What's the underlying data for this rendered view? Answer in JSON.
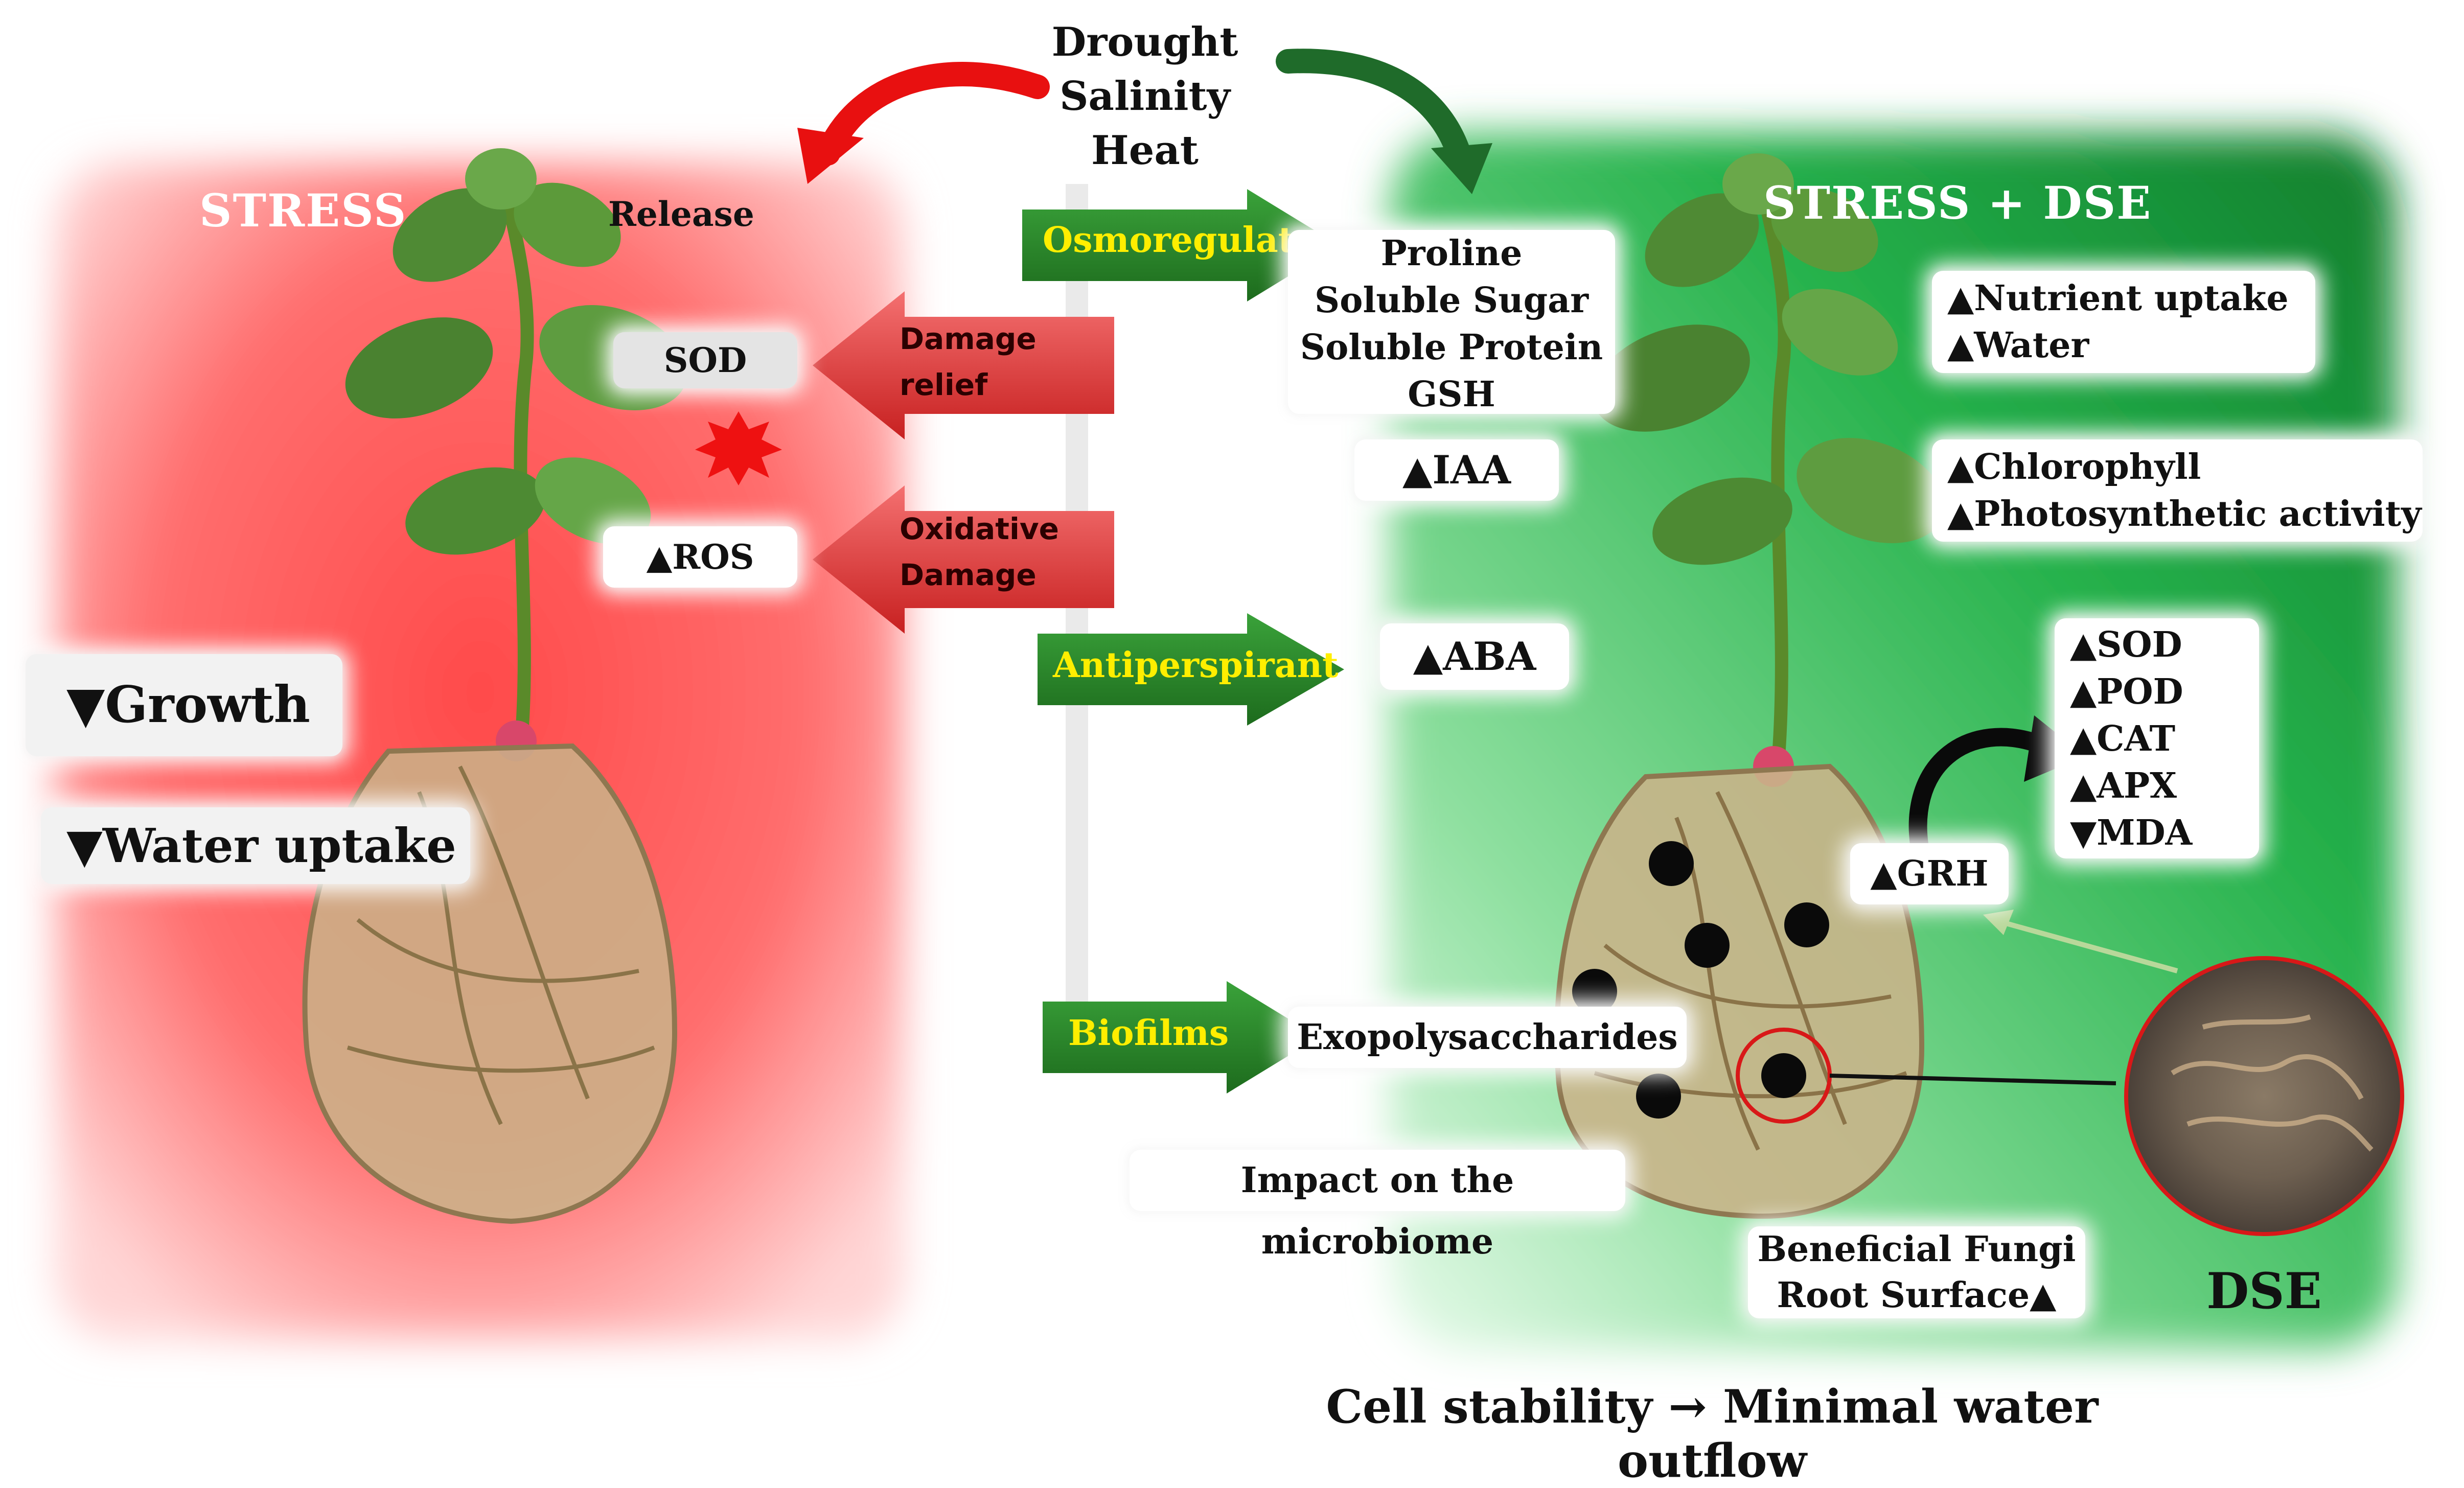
{
  "header": {
    "stressors": [
      "Drought",
      "Salinity",
      "Heat"
    ]
  },
  "left_panel": {
    "title": "STRESS",
    "release_label": "Release",
    "sod": "SOD",
    "ros": "▲ROS",
    "growth": "▼Growth",
    "water_uptake": "▼Water uptake",
    "color": "#ff5a5a"
  },
  "center": {
    "osmoregulators": "Osmoregulators",
    "antiperspirant": "Antiperspirant",
    "biofilms": "Biofilms",
    "damage_relief": [
      "Damage",
      "relief"
    ],
    "oxidative_damage": [
      "Oxidative",
      "Damage"
    ],
    "green_arrow_color": "#2e8b2e",
    "red_arrow_color": "#e03a3a"
  },
  "right_panel": {
    "title": "STRESS + DSE",
    "osmolytes": [
      "Proline",
      "Soluble Sugar",
      "Soluble Protein",
      "GSH"
    ],
    "iaa": "▲IAA",
    "aba": "▲ABA",
    "nutrient": [
      "▲Nutrient uptake",
      "▲Water"
    ],
    "chlorophyll": [
      "▲Chlorophyll",
      "▲Photosynthetic activity"
    ],
    "enzymes": [
      "▲SOD",
      "▲POD",
      "▲CAT",
      "▲APX",
      "▼MDA"
    ],
    "grh": "▲GRH",
    "exopolysaccharides": "Exopolysaccharides",
    "microbiome": "Impact on the microbiome",
    "fungi": [
      "Beneficial Fungi",
      "Root Surface▲"
    ],
    "dse": "DSE",
    "color": "#22b04a"
  },
  "footer": {
    "conclusion": "Cell stability → Minimal water outflow"
  }
}
